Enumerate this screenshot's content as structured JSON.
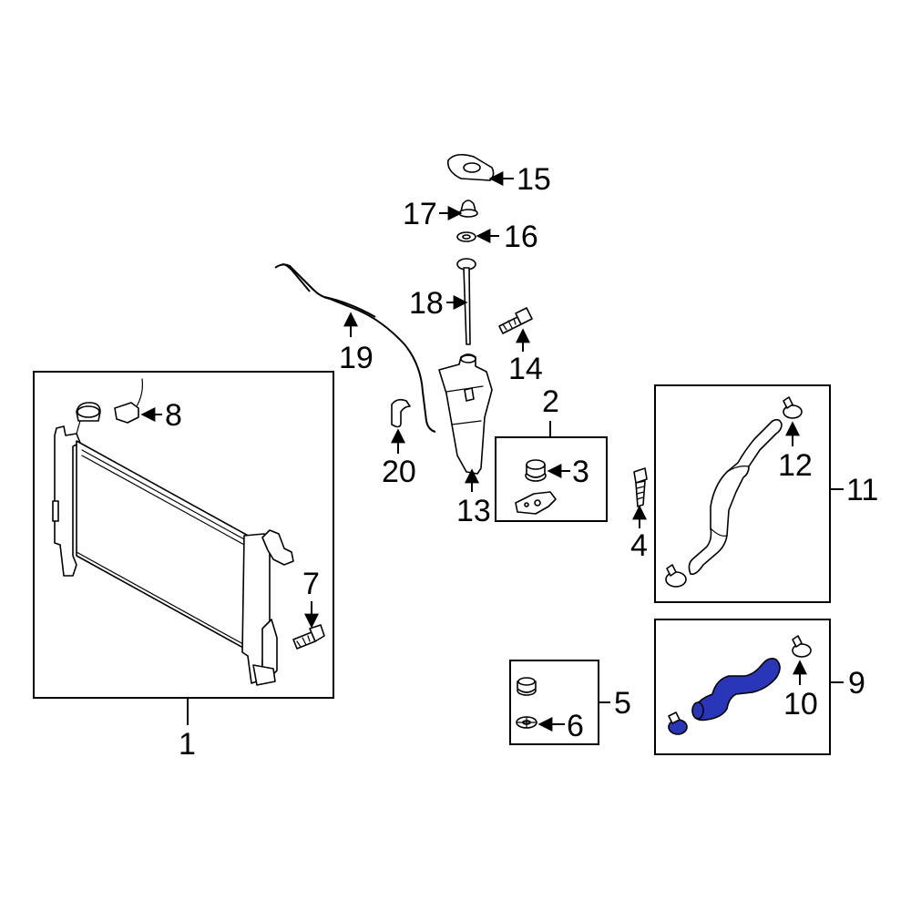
{
  "callouts": {
    "c1": "1",
    "c2": "2",
    "c3": "3",
    "c4": "4",
    "c5": "5",
    "c6": "6",
    "c7": "7",
    "c8": "8",
    "c9": "9",
    "c10": "10",
    "c11": "11",
    "c12": "12",
    "c13": "13",
    "c14": "14",
    "c15": "15",
    "c16": "16",
    "c17": "17",
    "c18": "18",
    "c19": "19",
    "c20": "20"
  },
  "colors": {
    "line": "#000000",
    "background": "#ffffff",
    "highlight_hose": "#2a36b8"
  }
}
